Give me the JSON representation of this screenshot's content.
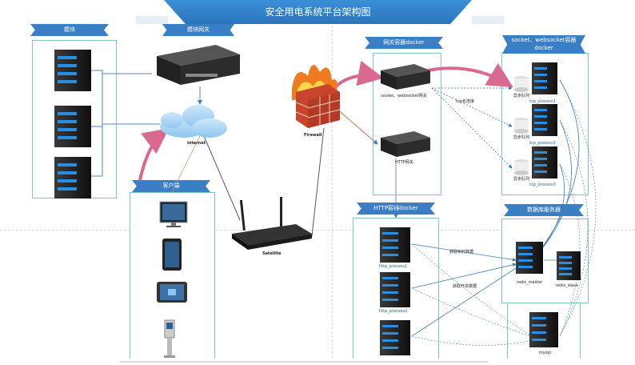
{
  "title": "安全用电系统平台架构图",
  "ribbons": {
    "modules": "模块",
    "module_gateway": "模块网关",
    "gateway_docker": "网关容器docker",
    "socket_docker": "socket、websocket容器docker",
    "client": "客户端",
    "http_docker": "HTTP容器docker",
    "db_server": "数据库服务器"
  },
  "labels": {
    "internet": "Internet",
    "firewall": "Firewall",
    "satellite": "Satellite",
    "socket_gateway": "socket、websocket网关",
    "http_gateway": "HTTP网关",
    "tcp_conn": "tcp长连接",
    "async_queue": "异步队列",
    "tcp_process1": "tcp_process1",
    "tcp_process2": "tcp_process2",
    "tcp_process3": "tcp_process3",
    "http_process1": "http_process1",
    "http_process2": "http_process2",
    "get_realtime": "获取实时数据",
    "get_switch": "获取开关数据",
    "redis_master": "redis_master",
    "redis_slave": "redis_slave",
    "mysql": "mysql"
  },
  "colors": {
    "accent": "#3a7fc6",
    "box_border": "#7fc7c7",
    "pink_arrow": "#d9698f",
    "blue_line": "#3b7ebf",
    "server_dark": "#1e1e1e",
    "server_led": "#2a8fe0"
  },
  "icons": [
    "server-icon",
    "gateway-router-icon",
    "cloud-icon",
    "firewall-icon",
    "wifi-router-icon",
    "monitor-icon",
    "tablet-icon",
    "tablet-landscape-icon",
    "kiosk-icon",
    "queue-cylinder-icon"
  ]
}
